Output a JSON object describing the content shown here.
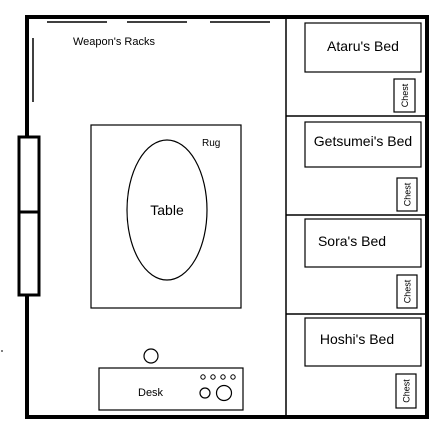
{
  "floor_plan": {
    "weapon_racks_label": "Weapon's Racks",
    "rug_label": "Rug",
    "table_label": "Table",
    "desk_label": "Desk",
    "beds": [
      {
        "label": "Ataru's Bed"
      },
      {
        "label": "Getsumei's Bed"
      },
      {
        "label": "Sora's Bed"
      },
      {
        "label": "Hoshi's Bed"
      }
    ],
    "chest_label": "Chest"
  }
}
